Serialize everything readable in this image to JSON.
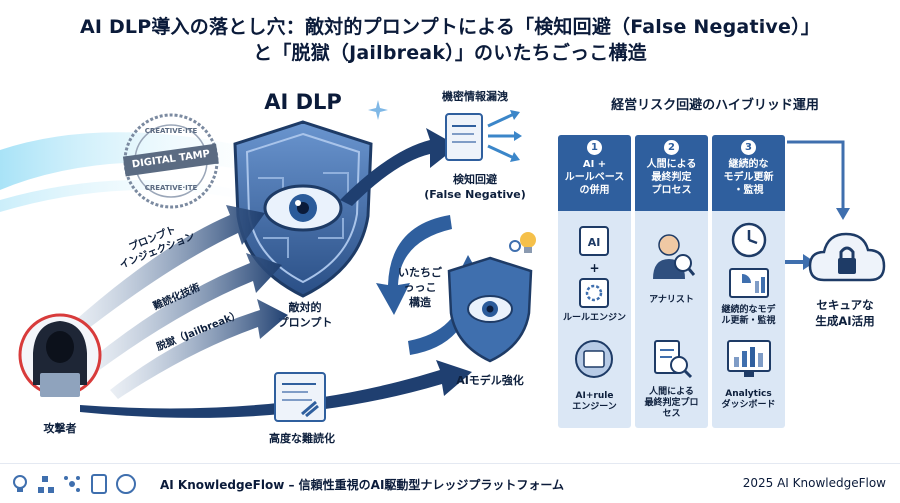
{
  "title_line1": "AI DLP導入の落とし穴：敵対的プロンプトによる「検知回避（False Negative）」",
  "title_line2": "と「脱獄（Jailbreak）」のいたちごっこ構造",
  "stamp": {
    "top": "CREATIVE·ITE",
    "main": "DIGITAL TAMP",
    "bottom": "CREATIVE·ITE"
  },
  "shield_title": "AI DLP",
  "shield_caption": "敵対的\nプロンプト",
  "attacks": [
    "プロンプト\nインジェクション",
    "難読化技術",
    "脱獄（Jailbreak）"
  ],
  "attacker_label": "攻撃者",
  "obfuscation_label": "高度な難読化",
  "leak_label": "機密情報漏洩",
  "evasion_label": "検知回避\n(False Negative)",
  "cycle_label": "いたちご\nっっこ\n構造",
  "ai_model_label": "AIモデル強化",
  "right_title": "経営リスク回避のハイブリッド運用",
  "columns": [
    {
      "num": "1",
      "head": "AI +\nルールベース\nの併用",
      "mid": "ルールエンジン",
      "bottom": "AI+rule\nエンジーン"
    },
    {
      "num": "2",
      "head": "人間による\n最終判定\nプロセス",
      "mid": "アナリスト",
      "bottom": "人間による\n最終判定プロ\nセス"
    },
    {
      "num": "3",
      "head": "継続的な\nモデル更新\n・監視",
      "mid": "継続的なモデ\nル更新・監視",
      "bottom": "Analytics\nダッシボード"
    }
  ],
  "secure_label": "セキュアな\n生成AI活用",
  "footer_brand": "AI KnowledgeFlow – 信頼性重視のAI駆動型ナレッジプラットフォーム",
  "footer_right": "2025 AI KnowledgeFlow",
  "colors": {
    "navy": "#0b1b3a",
    "shield": "#3f6fae",
    "column": "#2f5f9e",
    "panel": "#dbe7f5",
    "alert": "#d83b3b"
  }
}
